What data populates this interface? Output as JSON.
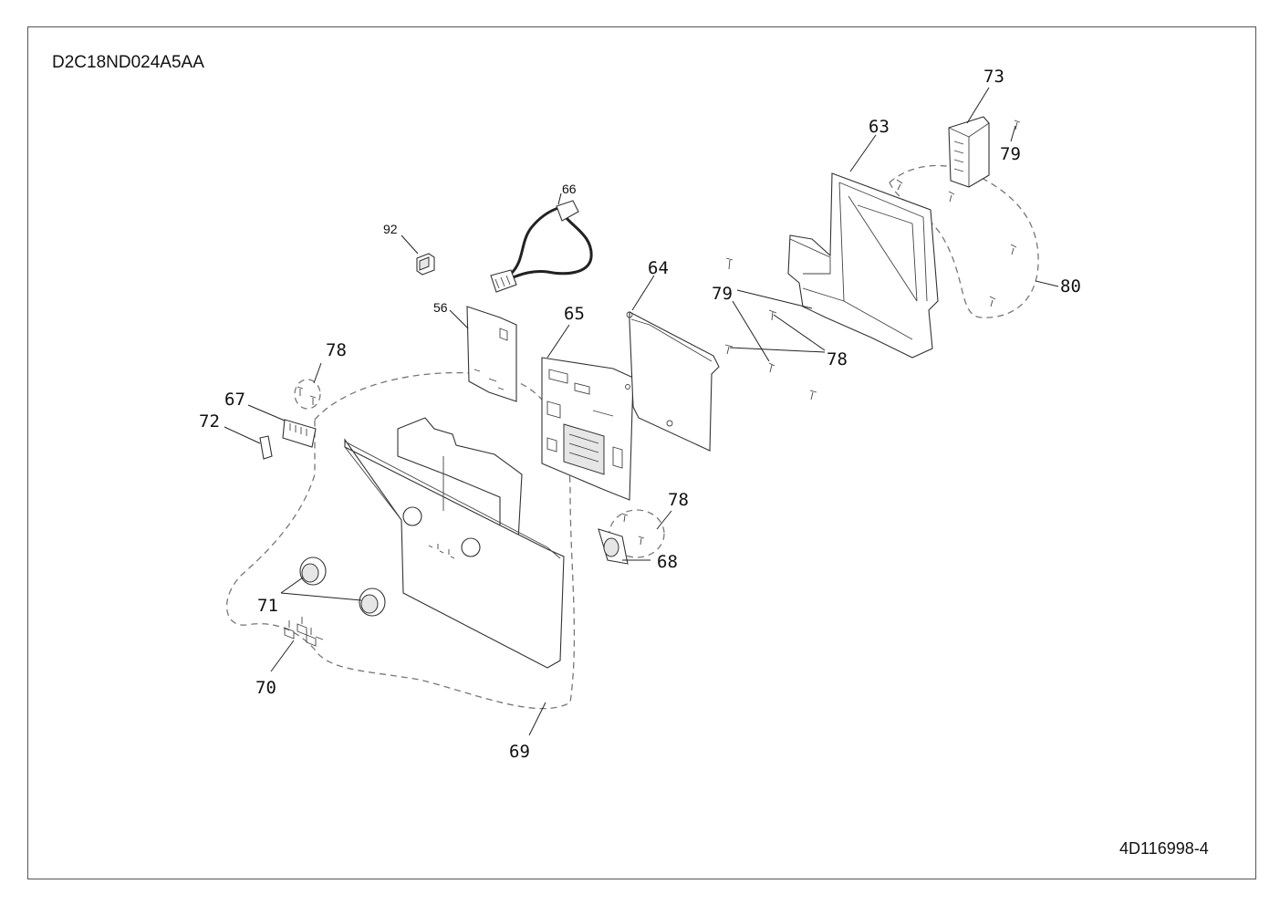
{
  "header": {
    "model_code": "D2C18ND024A5AA"
  },
  "footer": {
    "drawing_number": "4D116998-4"
  },
  "callouts": {
    "c73": "73",
    "c63": "63",
    "c79a": "79",
    "c66": "66",
    "c92": "92",
    "c64": "64",
    "c79b": "79",
    "c80": "80",
    "c56": "56",
    "c65": "65",
    "c78a": "78",
    "c78b": "78",
    "c67": "67",
    "c72": "72",
    "c78c": "78",
    "c68": "68",
    "c71": "71",
    "c70": "70",
    "c69": "69"
  }
}
